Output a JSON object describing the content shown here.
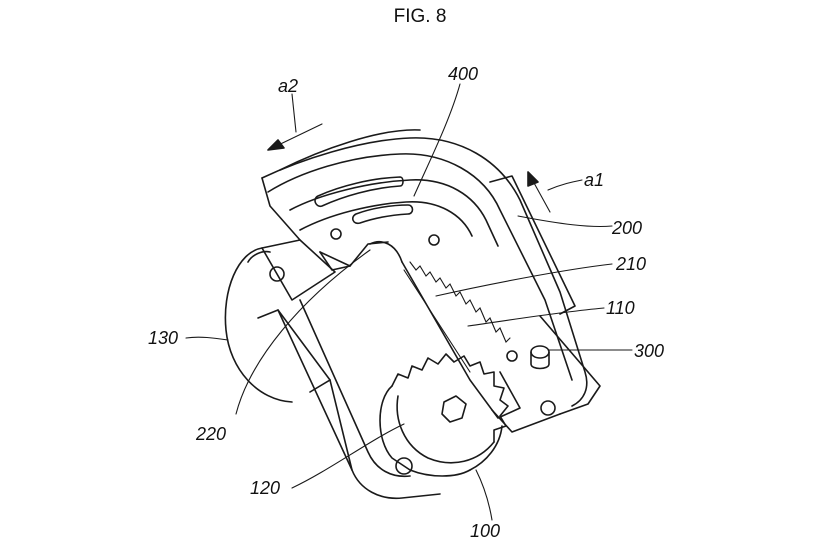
{
  "figure": {
    "title": "FIG. 8"
  },
  "labels": {
    "l400": "400",
    "a2": "a2",
    "a1": "a1",
    "l200": "200",
    "l210": "210",
    "l110": "110",
    "l300": "300",
    "l130": "130",
    "l220": "220",
    "l120": "120",
    "l100": "100"
  },
  "colors": {
    "line": "#1a1a1a",
    "background": "#ffffff"
  }
}
